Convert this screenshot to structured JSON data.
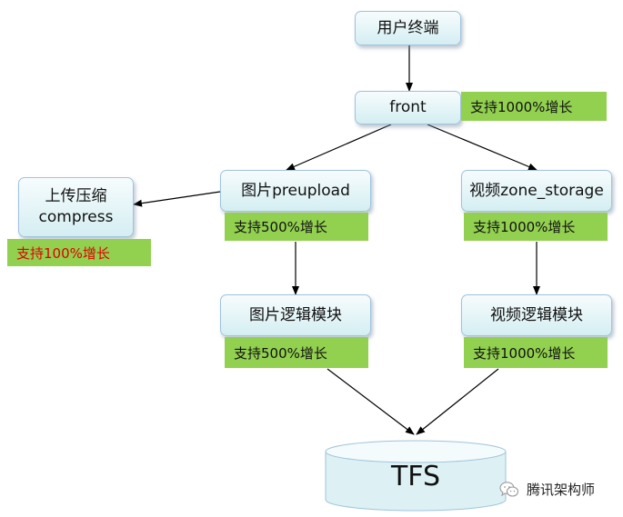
{
  "nodes": {
    "user_terminal": "用户终端",
    "front": "front",
    "compress": [
      "上传压缩",
      "compress"
    ],
    "image_preupload": "图片preupload",
    "video_storage": "视频zone_storage",
    "image_logic": "图片逻辑模块",
    "video_logic": "视频逻辑模块",
    "storage": "TFS"
  },
  "tags": {
    "front": "支持1000%增长",
    "compress": "支持100%增长",
    "image_preupload": "支持500%增长",
    "video_storage": "支持1000%增长",
    "image_logic": "支持500%增长",
    "video_logic": "支持1000%增长"
  },
  "colors": {
    "tag_bg": "#92d050",
    "compress_tag_text": "#e00000",
    "box_border": "#9fc3dd"
  },
  "watermark": {
    "icon": "wechat-icon",
    "text": "腾讯架构师"
  }
}
